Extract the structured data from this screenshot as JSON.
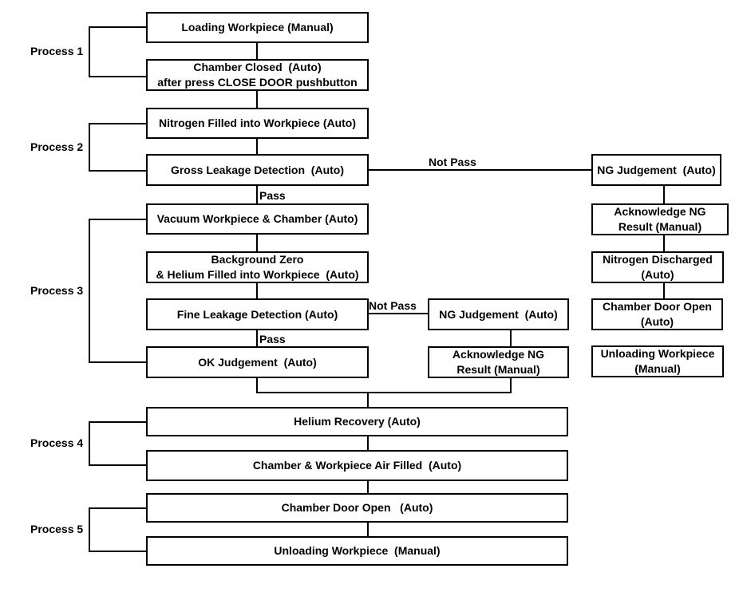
{
  "colors": {
    "line": "#000000",
    "background": "#ffffff",
    "box_fill": "#ffffff",
    "text": "#000000"
  },
  "processes": [
    {
      "label": "Process 1"
    },
    {
      "label": "Process 2"
    },
    {
      "label": "Process 3"
    },
    {
      "label": "Process 4"
    },
    {
      "label": "Process 5"
    }
  ],
  "boxes": {
    "loading": "Loading Workpiece (Manual)",
    "chamber_closed": "Chamber Closed  (Auto)\nafter press CLOSE DOOR pushbutton",
    "nitrogen_filled": "Nitrogen Filled into Workpiece (Auto)",
    "gross_leakage": "Gross Leakage Detection  (Auto)",
    "vacuum": "Vacuum Workpiece & Chamber (Auto)",
    "background_zero": "Background Zero\n& Helium Filled into Workpiece  (Auto)",
    "fine_leakage": "Fine Leakage Detection (Auto)",
    "ok_judgement": "OK Judgement  (Auto)",
    "helium_recovery": "Helium Recovery (Auto)",
    "air_filled": "Chamber & Workpiece Air Filled  (Auto)",
    "door_open": "Chamber Door Open   (Auto)",
    "unloading": "Unloading Workpiece  (Manual)",
    "ng_fine": "NG Judgement  (Auto)",
    "ack_fine": "Acknowledge NG\nResult (Manual)",
    "ng_gross": "NG Judgement  (Auto)",
    "ack_gross": "Acknowledge NG\nResult (Manual)",
    "nitrogen_discharged": "Nitrogen Discharged\n(Auto)",
    "door_open_ng": "Chamber Door Open\n(Auto)",
    "unloading_ng": "Unloading Workpiece\n(Manual)"
  },
  "edge_labels": {
    "pass_gross": "Pass",
    "not_pass_gross": "Not Pass",
    "pass_fine": "Pass",
    "not_pass_fine": "Not Pass"
  }
}
